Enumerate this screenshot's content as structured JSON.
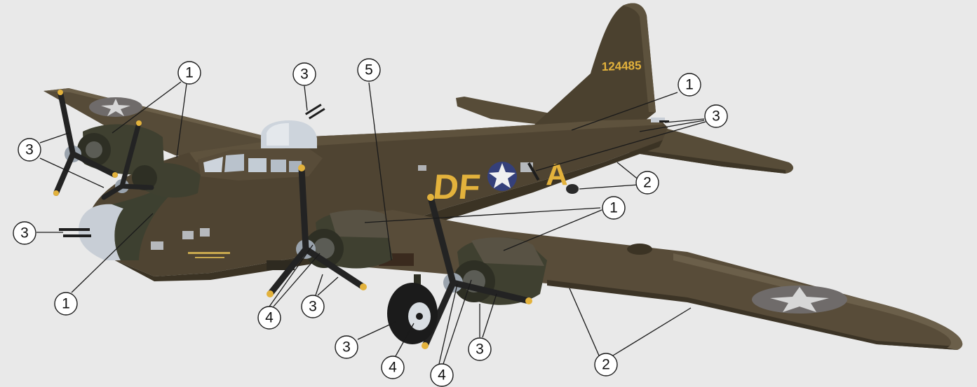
{
  "colors": {
    "background": "#e9e9e9",
    "fuselage": "#4f4432",
    "fuselage_dark": "#3f3626",
    "engine": "#3f4030",
    "nacelle": "#585244",
    "stripe": "#e3b23c",
    "star_blue": "#35407a",
    "prop_blade": "#232323",
    "prop_tip": "#e3b23c",
    "canopy": "#cdd4dc"
  },
  "markings": {
    "tail_number": "124485",
    "code_left": "DF",
    "code_right": "A"
  },
  "callouts": [
    {
      "label": "1"
    },
    {
      "label": "1"
    },
    {
      "label": "1"
    },
    {
      "label": "1"
    },
    {
      "label": "2"
    },
    {
      "label": "2"
    },
    {
      "label": "3"
    },
    {
      "label": "3"
    },
    {
      "label": "3"
    },
    {
      "label": "3"
    },
    {
      "label": "3"
    },
    {
      "label": "3"
    },
    {
      "label": "3"
    },
    {
      "label": "4"
    },
    {
      "label": "4"
    },
    {
      "label": "4"
    },
    {
      "label": "5"
    }
  ]
}
